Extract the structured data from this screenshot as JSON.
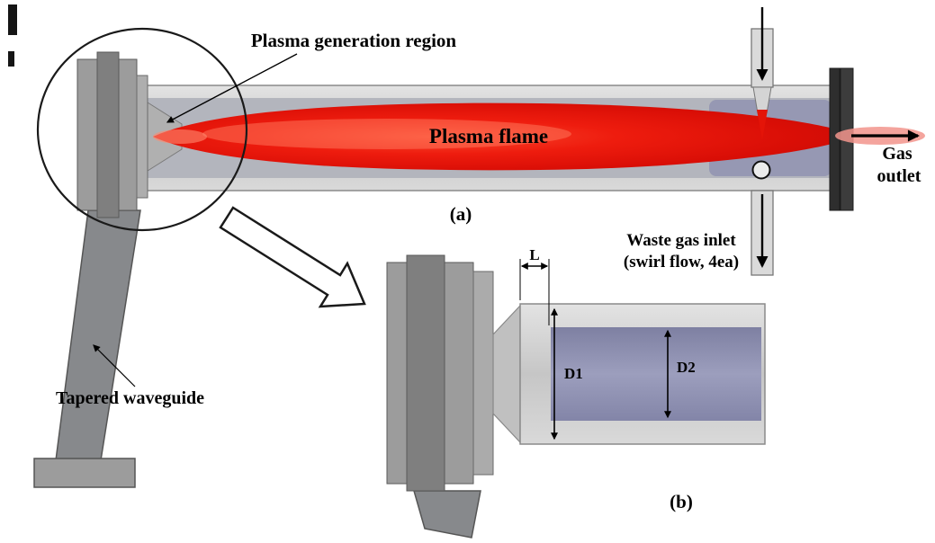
{
  "figure": {
    "panel_a": {
      "label": "(a)",
      "plasma_generation_region": "Plasma generation region",
      "plasma_flame": "Plasma flame",
      "gas_outlet": [
        "Gas",
        "outlet"
      ],
      "waste_gas_inlet": [
        "Waste gas inlet",
        "(swirl flow, 4ea)"
      ],
      "tapered_waveguide": "Tapered waveguide"
    },
    "panel_b": {
      "label": "(b)",
      "dim_L": "L",
      "dim_D1": "D1",
      "dim_D2": "D2"
    },
    "colors": {
      "flame_red": "#e41408",
      "flame_core": "#ff7a5e",
      "exhaust_pink": "#f2948c",
      "tube_gray": "#cdcdcd",
      "inner_gray": "#b3b5bd",
      "bore_blue": "#9193b2",
      "waveguide_gray": "#87898c",
      "flange_gray": "#7f7f7f",
      "end_cap_dark": "#3c3c3c"
    }
  }
}
